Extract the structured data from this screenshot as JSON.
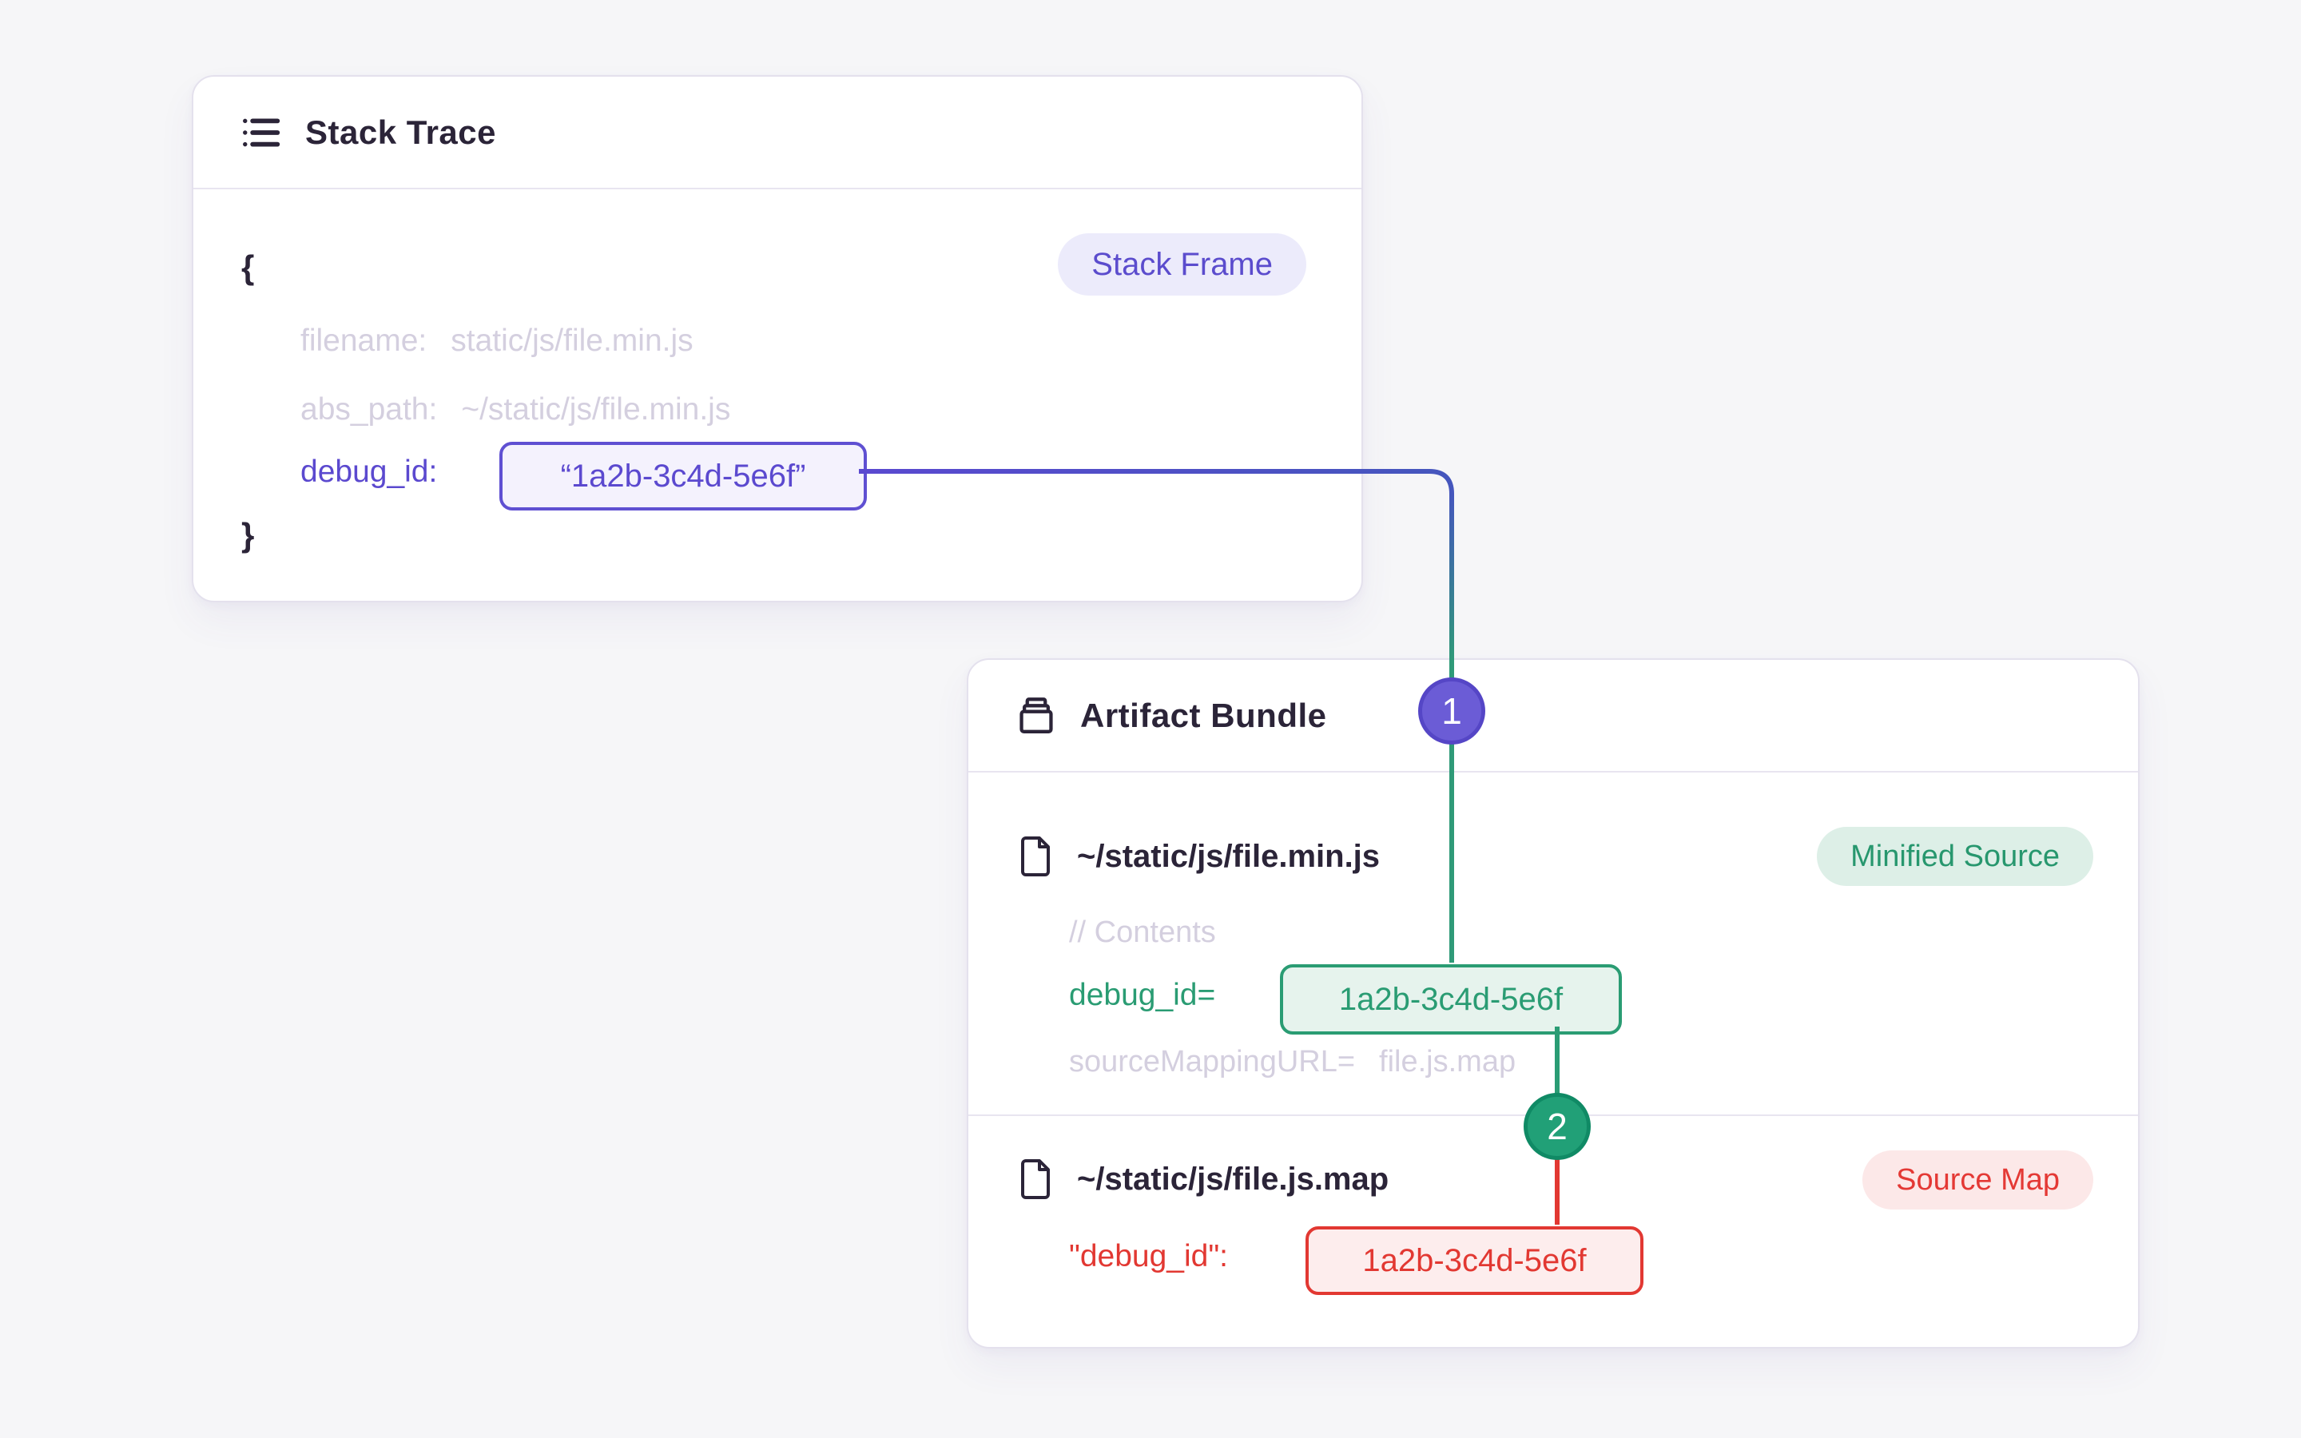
{
  "colors": {
    "page_background": "#f6f6f8",
    "card_border": "#e4e1ed",
    "dark_text": "#2b2438",
    "muted_text": "#d4cfdf",
    "purple_accent": "#5b49cf",
    "green_accent": "#2a9c73",
    "red_accent": "#e23832",
    "connector_indigo": "#4556bd",
    "step1_badge_fill": "#6b5cd6",
    "step2_badge_fill": "#21a077"
  },
  "stack_trace": {
    "title": "Stack Trace",
    "frame_badge": "Stack Frame",
    "brace_open": "{",
    "brace_close": "}",
    "rows": {
      "filename_key": "filename:",
      "filename_value": "static/js/file.min.js",
      "abs_path_key": "abs_path:",
      "abs_path_value": "~/static/js/file.min.js",
      "debug_id_key": "debug_id:",
      "debug_id_value": "“1a2b-3c4d-5e6f”"
    }
  },
  "artifact_bundle": {
    "title": "Artifact Bundle",
    "minified": {
      "filename": "~/static/js/file.min.js",
      "badge": "Minified Source",
      "contents_comment": "// Contents",
      "debug_id_key": "debug_id=",
      "debug_id_value": "1a2b-3c4d-5e6f",
      "source_mapping_key": "sourceMappingURL=",
      "source_mapping_value": "file.js.map"
    },
    "sourcemap": {
      "filename": "~/static/js/file.js.map",
      "badge": "Source Map",
      "debug_id_key": "\"debug_id\":",
      "debug_id_value": "1a2b-3c4d-5e6f"
    }
  },
  "connectors": {
    "step1_label": "1",
    "step2_label": "2"
  }
}
